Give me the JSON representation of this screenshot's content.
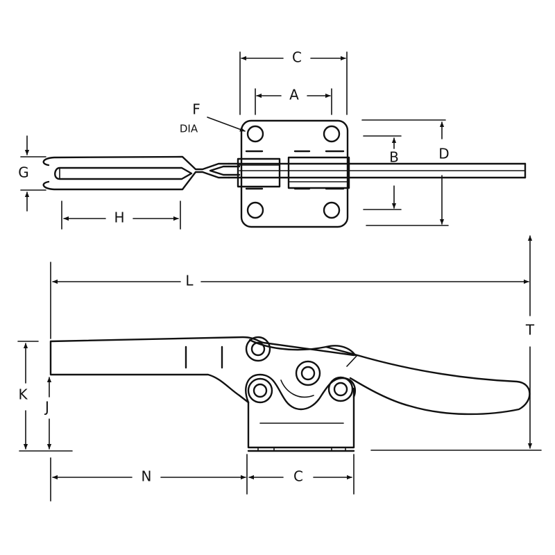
{
  "labels": {
    "A": "A",
    "B": "B",
    "C": "C",
    "D": "D",
    "F": "F",
    "DIA": "DIA",
    "G": "G",
    "H": "H",
    "L": "L",
    "T": "T",
    "K": "K",
    "J": "J",
    "N": "N"
  },
  "colors": {
    "ink": "#111111",
    "paper": "#ffffff"
  }
}
